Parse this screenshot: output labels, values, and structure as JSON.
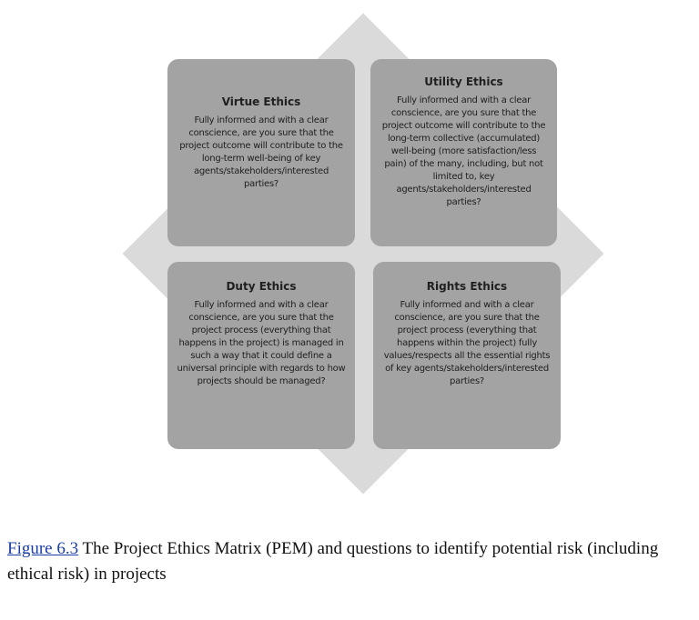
{
  "matrix": {
    "virtue": {
      "title": "Virtue Ethics",
      "body": "Fully informed and with a clear conscience, are you sure that the project outcome will contribute to the long-term well-being of key agents/stakeholders/interested parties?"
    },
    "utility": {
      "title": "Utility Ethics",
      "body": "Fully informed and with a clear conscience, are you sure that the project outcome will contribute to the long-term collective (accumulated) well-being (more satisfaction/less pain) of the many, including, but not limited to, key agents/stakeholders/interested parties?"
    },
    "duty": {
      "title": "Duty Ethics",
      "body": "Fully informed and with a clear conscience, are you sure that the project process (everything that happens in the project) is managed in such a way that it could define a universal principle with regards to how projects should be managed?"
    },
    "rights": {
      "title": "Rights Ethics",
      "body": "Fully informed and with a clear conscience, are you sure that the  project process (everything that happens within the project) fully values/respects all the essential rights of key agents/stakeholders/interested parties?"
    }
  },
  "caption": {
    "link_text": "Figure 6.3",
    "text": " The Project Ethics Matrix (PEM) and questions to identify potential risk (including ethical risk) in projects"
  },
  "colors": {
    "diamond": "#dadada",
    "box": "#a3a3a3",
    "link": "#1a3ea8"
  }
}
